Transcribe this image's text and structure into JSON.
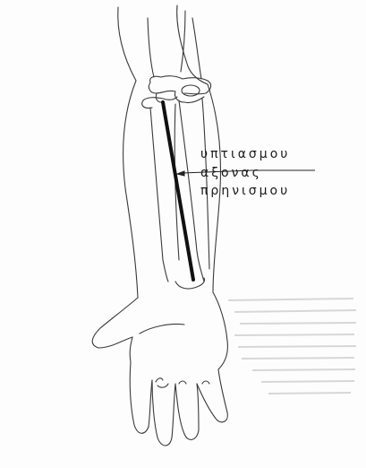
{
  "diagram": {
    "labels": {
      "supination": "υπτιασμου",
      "axis": "αξονας",
      "pronation": "πρηνισμου"
    },
    "colors": {
      "line": "#222222",
      "axis": "#111111",
      "text_faint": "#c8c8c8",
      "background": "#fdfdfd"
    }
  }
}
